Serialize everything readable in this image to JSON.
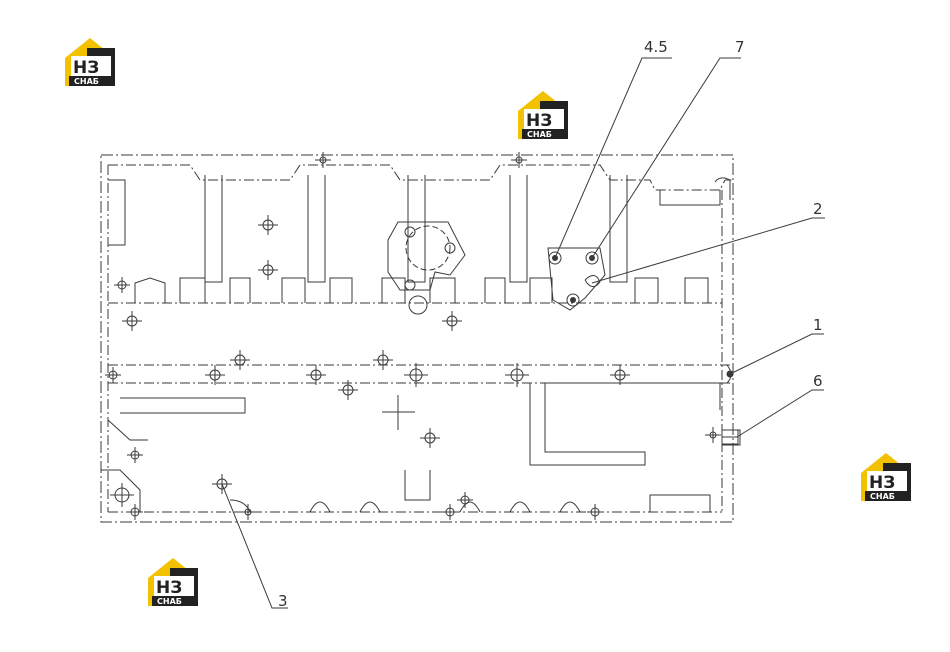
{
  "logo": {
    "mark": "НЗ",
    "sub": "СНАБ",
    "colors": {
      "roof": "#f2c200",
      "body": "#222222",
      "text": "#ffffff"
    }
  },
  "callouts": [
    {
      "id": "4-5",
      "label": "4.5"
    },
    {
      "id": "7",
      "label": "7"
    },
    {
      "id": "2",
      "label": "2"
    },
    {
      "id": "1",
      "label": "1"
    },
    {
      "id": "6",
      "label": "6"
    },
    {
      "id": "3",
      "label": "3"
    }
  ],
  "colors": {
    "line": "#3a3a3a",
    "background": "#ffffff"
  }
}
